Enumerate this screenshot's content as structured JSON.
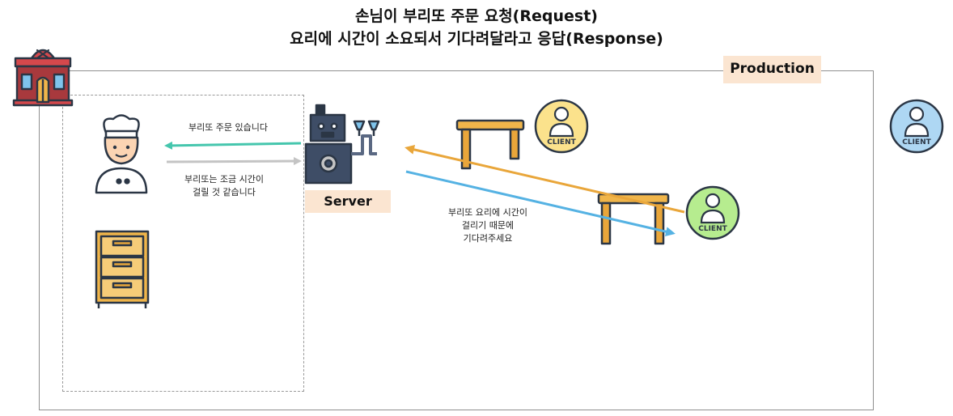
{
  "title": {
    "line1": "손님이 부리또 주문 요청(Request)",
    "line2": "요리에 시간이 소요되서 기다려달라고 응답(Response)"
  },
  "labels": {
    "production": "Production",
    "server": "Server"
  },
  "messages": {
    "order_received": "부리또 주문 있습니다",
    "takes_time": [
      "부리또는 조금 시간이",
      "걸릴 것 같습니다"
    ],
    "please_wait": [
      "부리또 요리에 시간이",
      "걸리기 때문에",
      "기다려주세요"
    ]
  },
  "clients": {
    "label": "CLIENT",
    "colors": {
      "seated_1": "#fbe28c",
      "seated_2": "#b6ec8f",
      "waiting": "#aed7f3"
    }
  },
  "colors": {
    "arrow_teal": "#45c6ad",
    "arrow_gray": "#c4c4c4",
    "arrow_orange": "#e9a63a",
    "arrow_blue": "#55b2e3",
    "tag_fill": "#fbe5d1",
    "icon_outline": "#2b3645"
  }
}
